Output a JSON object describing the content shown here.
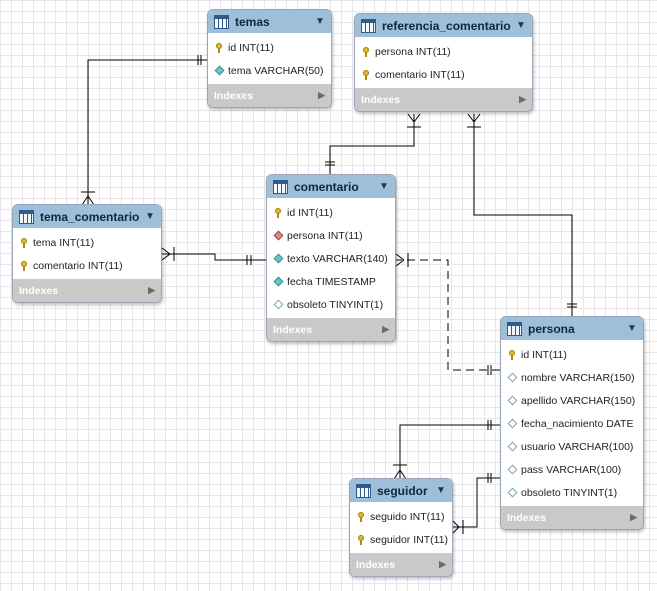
{
  "entities": {
    "temas": {
      "name": "temas",
      "columns": [
        {
          "icon": "primary-key-icon",
          "text": "id INT(11)"
        },
        {
          "icon": "not-null-column-icon",
          "text": "tema VARCHAR(50)"
        }
      ]
    },
    "referencia_comentario": {
      "name": "referencia_comentario",
      "columns": [
        {
          "icon": "primary-key-icon",
          "text": "persona INT(11)"
        },
        {
          "icon": "primary-key-icon",
          "text": "comentario INT(11)"
        }
      ]
    },
    "comentario": {
      "name": "comentario",
      "columns": [
        {
          "icon": "primary-key-icon",
          "text": "id INT(11)"
        },
        {
          "icon": "foreign-key-icon",
          "text": "persona INT(11)"
        },
        {
          "icon": "not-null-column-icon",
          "text": "texto VARCHAR(140)"
        },
        {
          "icon": "not-null-column-icon",
          "text": "fecha TIMESTAMP"
        },
        {
          "icon": "nullable-column-icon",
          "text": "obsoleto TINYINT(1)"
        }
      ]
    },
    "tema_comentario": {
      "name": "tema_comentario",
      "columns": [
        {
          "icon": "primary-key-icon",
          "text": "tema INT(11)"
        },
        {
          "icon": "primary-key-icon",
          "text": "comentario INT(11)"
        }
      ]
    },
    "persona": {
      "name": "persona",
      "columns": [
        {
          "icon": "primary-key-icon",
          "text": "id INT(11)"
        },
        {
          "icon": "nullable-column-icon",
          "text": "nombre VARCHAR(150)"
        },
        {
          "icon": "nullable-column-icon",
          "text": "apellido VARCHAR(150)"
        },
        {
          "icon": "nullable-column-icon",
          "text": "fecha_nacimiento DATE"
        },
        {
          "icon": "nullable-column-icon",
          "text": "usuario VARCHAR(100)"
        },
        {
          "icon": "nullable-column-icon",
          "text": "pass VARCHAR(100)"
        },
        {
          "icon": "nullable-column-icon",
          "text": "obsoleto TINYINT(1)"
        }
      ]
    },
    "seguidor": {
      "name": "seguidor",
      "columns": [
        {
          "icon": "primary-key-icon",
          "text": "seguido INT(11)"
        },
        {
          "icon": "primary-key-icon",
          "text": "seguidor INT(11)"
        }
      ]
    }
  },
  "indexes_label": "Indexes",
  "colors": {
    "header": "#9dbfd9",
    "indexes_bar": "#c9c9c9",
    "relation_line": "#000000"
  }
}
